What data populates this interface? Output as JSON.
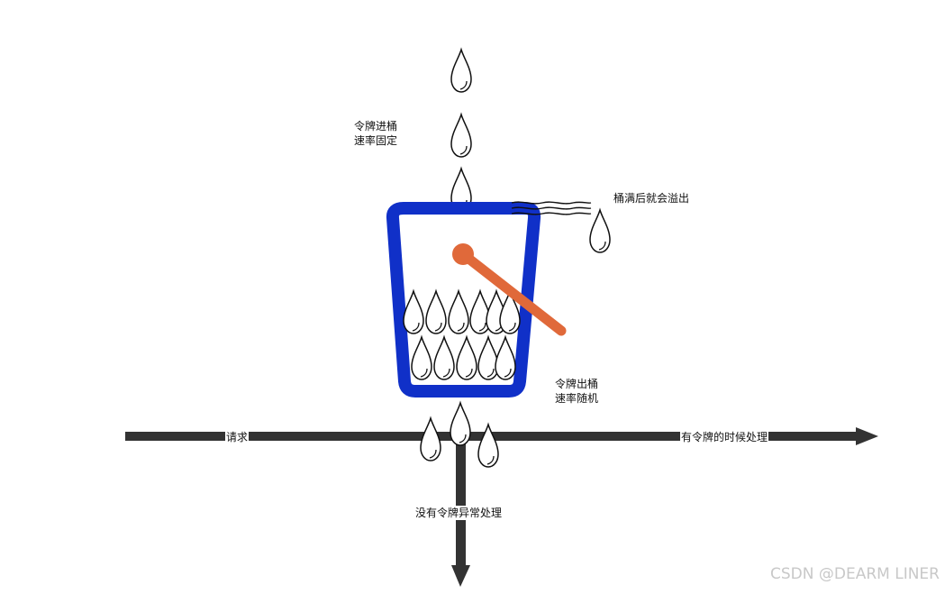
{
  "labels": {
    "token_in_line1": "令牌进桶",
    "token_in_line2": "速率固定",
    "overflow": "桶满后就会溢出",
    "token_out_line1": "令牌出桶",
    "token_out_line2": "速率随机",
    "request": "请求",
    "has_token": "有令牌的时候处理",
    "no_token": "没有令牌异常处理"
  },
  "watermark": "CSDN @DEARM LINER",
  "colors": {
    "bucket": "#1030c8",
    "lever": "#e0693a",
    "arrow": "#333333",
    "drop_stroke": "#111111"
  }
}
